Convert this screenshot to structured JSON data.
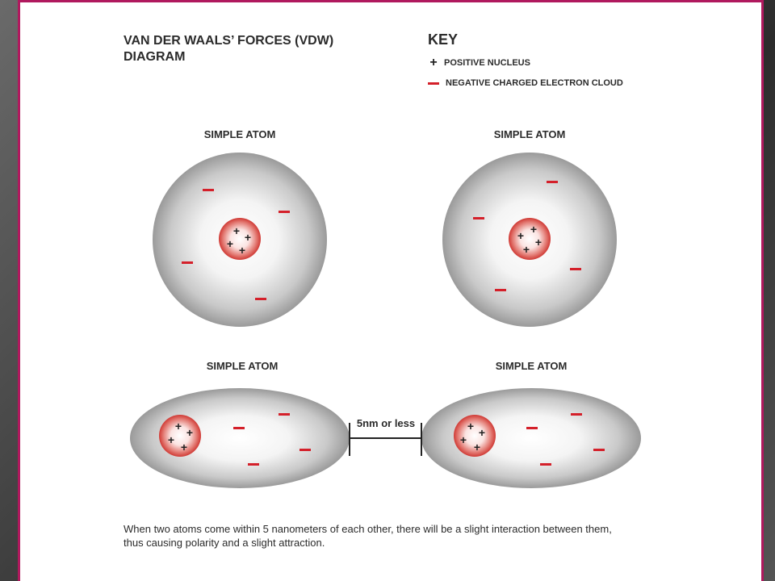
{
  "title": "VAN DER WAALS’ FORCES (VDW) DIAGRAM",
  "key": {
    "heading": "KEY",
    "positive_label": "POSITIVE NUCLEUS",
    "negative_label": "NEGATIVE CHARGED ELECTRON CLOUD"
  },
  "atoms": [
    {
      "label": "SIMPLE ATOM",
      "state": "isolated"
    },
    {
      "label": "SIMPLE ATOM",
      "state": "isolated"
    },
    {
      "label": "SIMPLE ATOM",
      "state": "polarized"
    },
    {
      "label": "SIMPLE ATOM",
      "state": "polarized"
    }
  ],
  "distance_label": "5nm or less",
  "caption": "When two atoms come within 5 nanometers of each other, there will be a slight interaction between them, thus causing polarity and a slight attraction.",
  "colors": {
    "border": "#b0195e",
    "charge_red": "#d4202a",
    "nucleus_red": "#d03a35",
    "cloud_gray": "#9a9a9a"
  }
}
